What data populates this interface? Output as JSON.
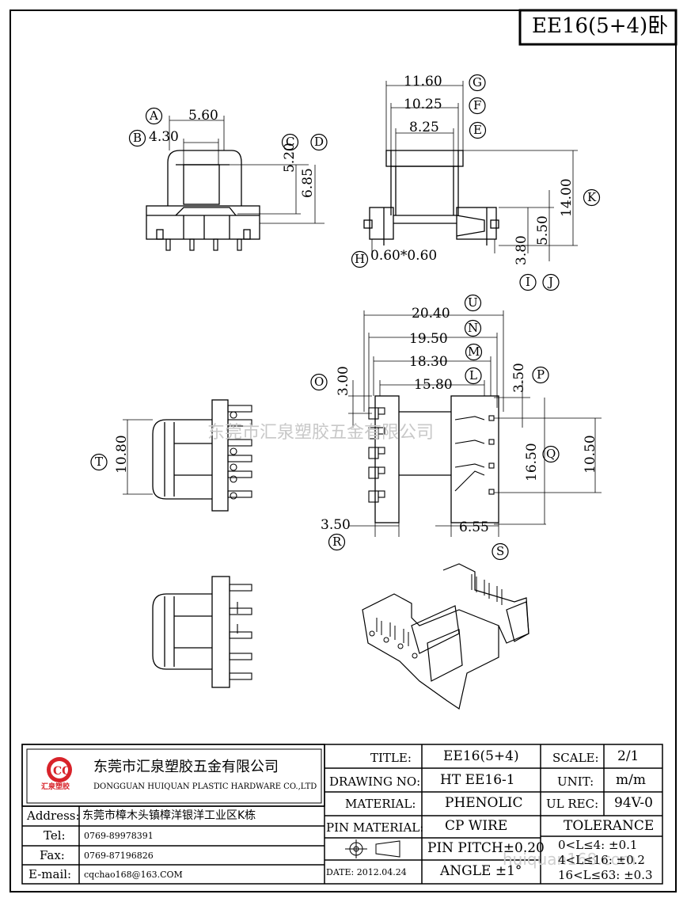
{
  "title_box": "EE16(5+4)卧",
  "dimensions": {
    "A": {
      "letter": "A",
      "value": "5.60"
    },
    "B": {
      "letter": "B",
      "value": "4.30"
    },
    "C": {
      "letter": "C",
      "value": "5.20"
    },
    "D": {
      "letter": "D",
      "value": "6.85"
    },
    "E": {
      "letter": "E",
      "value": "8.25"
    },
    "F": {
      "letter": "F",
      "value": "10.25"
    },
    "G": {
      "letter": "G",
      "value": "11.60"
    },
    "H": {
      "letter": "H",
      "value": "0.60*0.60"
    },
    "I": {
      "letter": "I",
      "value": "3.80"
    },
    "J": {
      "letter": "J",
      "value": ""
    },
    "K": {
      "letter": "K",
      "value": "14.00"
    },
    "KJ": {
      "value": "5.50"
    },
    "L": {
      "letter": "L",
      "value": "15.80"
    },
    "M": {
      "letter": "M",
      "value": "18.30"
    },
    "N": {
      "letter": "N",
      "value": "19.50"
    },
    "U": {
      "letter": "U",
      "value": "20.40"
    },
    "O": {
      "letter": "O",
      "value": "3.00"
    },
    "P": {
      "letter": "P",
      "value": "3.50"
    },
    "Q": {
      "letter": "Q",
      "value": "10.50"
    },
    "Q2": {
      "value": "16.50"
    },
    "R": {
      "letter": "R",
      "value": "3.50"
    },
    "S": {
      "letter": "S",
      "value": "6.55"
    },
    "T": {
      "letter": "T",
      "value": "10.80"
    }
  },
  "watermark": "东莞市汇泉塑胶五金有限公司",
  "watermark2": "huiquan168.com",
  "company": {
    "logo_text": "汇泉塑胶",
    "name_cn": "东莞市汇泉塑胶五金有限公司",
    "name_en": "DONGGUAN HUIQUAN PLASTIC HARDWARE CO.,LTD"
  },
  "contact": {
    "address_label": "Address:",
    "address": "东莞市樟木头镇樟洋银洋工业区K栋",
    "tel_label": "Tel:",
    "tel": "0769-89978391",
    "fax_label": "Fax:",
    "fax": "0769-87196826",
    "email_label": "E-mail:",
    "email": "cqchao168@163.COM"
  },
  "spec": {
    "title_label": "TITLE:",
    "title": "EE16(5+4)",
    "drawing_label": "DRAWING NO:",
    "drawing": "HT EE16-1",
    "material_label": "MATERIAL:",
    "material": "PHENOLIC",
    "pin_material_label": "PIN MATERIAL:",
    "pin_material": "CP WIRE",
    "pin_pitch": "PIN PITCH±0.20",
    "angle": "ANGLE  ±1°",
    "date": "DATE: 2012.04.24",
    "scale_label": "SCALE:",
    "scale": "2/1",
    "unit_label": "UNIT:",
    "unit": "m/m",
    "ul_label": "UL REC:",
    "ul": "94V-0",
    "tolerance_label": "TOLERANCE",
    "tol1": "0<L≤4:   ±0.1",
    "tol2": "4<L≤16:  ±0.2",
    "tol3": "16<L≤63: ±0.3"
  }
}
